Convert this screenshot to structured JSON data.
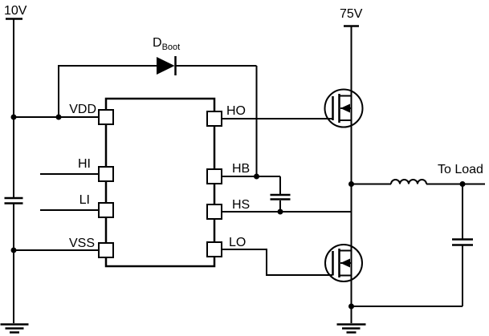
{
  "colors": {
    "wire": "#000000",
    "text": "#000000",
    "background": "#ffffff"
  },
  "labels": {
    "supply_left": "10V",
    "supply_right": "75V",
    "boot_diode_name": "D",
    "boot_diode_sub": "Boot",
    "to_load": "To Load"
  },
  "ic": {
    "pins": {
      "vdd": "VDD",
      "hi": "HI",
      "li": "LI",
      "vss": "VSS",
      "ho": "HO",
      "hb": "HB",
      "hs": "HS",
      "lo": "LO"
    }
  }
}
